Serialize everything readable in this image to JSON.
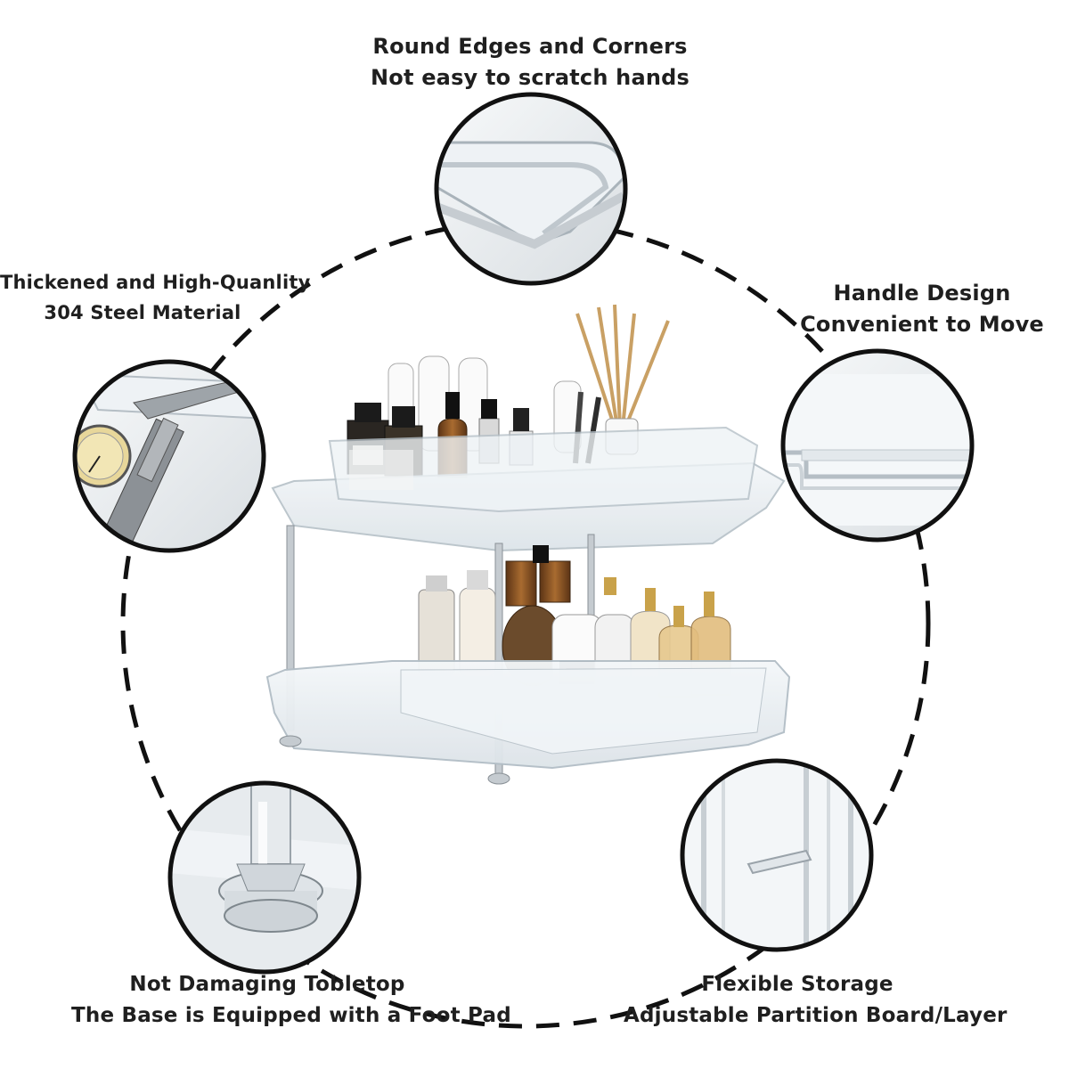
{
  "features": {
    "top": {
      "line1": "Round Edges and Corners",
      "line2": "Not easy to scratch hands"
    },
    "top_left": {
      "line1": "Thickened and High-Quanlity",
      "line2": "304 Steel Material"
    },
    "top_right": {
      "line1": "Handle Design",
      "line2": "Convenient to Move"
    },
    "bottom_left": {
      "line1": "Not Damaging Tobletop",
      "line2": "The Base is Equipped with a Foot Pad"
    },
    "bottom_right": {
      "line1": "Flexible Storage",
      "line2": "Adjustable Partition Board/Layer"
    }
  },
  "product": {
    "name": "two-tier clear organizer",
    "colors": {
      "outline": "#1a1a1a",
      "acrylic": "#e9eef1",
      "amber": "#8a5a2b",
      "gold": "#c9a24a"
    }
  },
  "icons": [
    "detail-circle-corner",
    "detail-circle-caliper",
    "detail-circle-handle",
    "detail-circle-foot",
    "detail-circle-partition"
  ]
}
